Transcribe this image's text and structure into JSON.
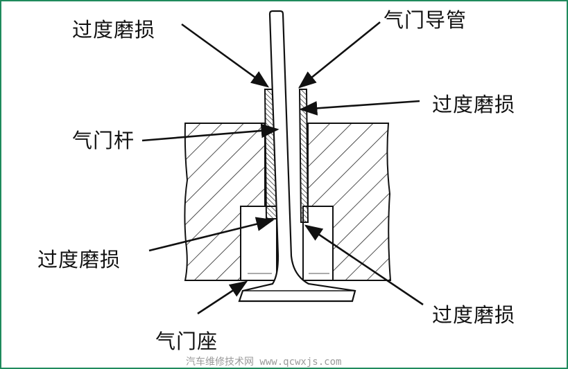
{
  "labels": {
    "wear_top_left": "过度磨损",
    "valve_guide": "气门导管",
    "wear_right_upper": "过度磨损",
    "valve_stem": "气门杆",
    "wear_left_lower": "过度磨损",
    "valve_seat": "气门座",
    "wear_right_lower": "过度磨损"
  },
  "watermark": "汽车维修技术网 www.qcwxjs.com",
  "colors": {
    "frame": "#1f8a5c",
    "ink": "#111111"
  }
}
